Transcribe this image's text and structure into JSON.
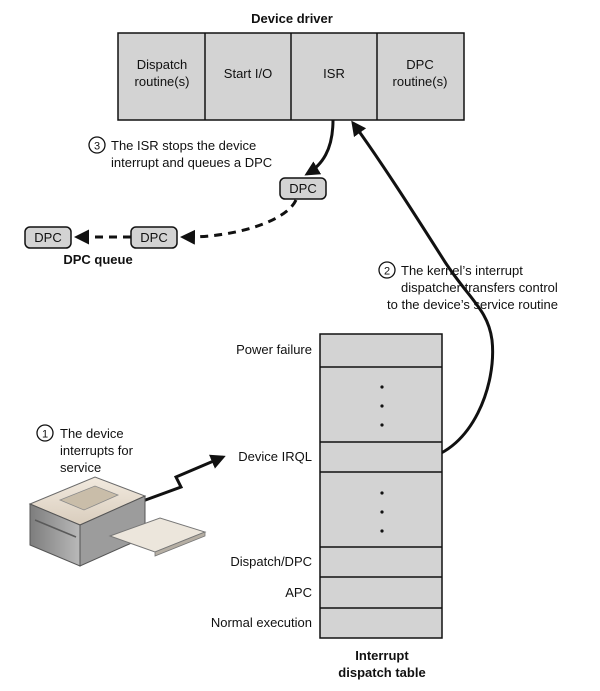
{
  "driver": {
    "title": "Device driver",
    "cells": [
      {
        "line1": "Dispatch",
        "line2": "routine(s)"
      },
      {
        "line1": "Start I/O",
        "line2": ""
      },
      {
        "line1": "ISR",
        "line2": ""
      },
      {
        "line1": "DPC",
        "line2": "routine(s)"
      }
    ]
  },
  "steps": [
    {
      "number": "1",
      "lines": [
        "The device",
        "interrupts for",
        "service"
      ]
    },
    {
      "number": "2",
      "lines": [
        "The kernel’s interrupt",
        "dispatcher transfers control",
        "to the device’s service routine"
      ]
    },
    {
      "number": "3",
      "lines": [
        "The ISR stops the device",
        "interrupt and queues a DPC"
      ]
    }
  ],
  "dpc": {
    "item_label": "DPC",
    "queue_label": "DPC queue"
  },
  "idt": {
    "rows": {
      "power_failure": "Power failure",
      "device_irql": "Device IRQL",
      "dispatch_dpc": "Dispatch/DPC",
      "apc": "APC",
      "normal_execution": "Normal execution"
    },
    "title_line1": "Interrupt",
    "title_line2": "dispatch table"
  },
  "colors": {
    "cell_fill": "#d3d3d3",
    "stroke": "#111111",
    "background": "#ffffff"
  },
  "icons": {
    "device": "printer-icon"
  }
}
